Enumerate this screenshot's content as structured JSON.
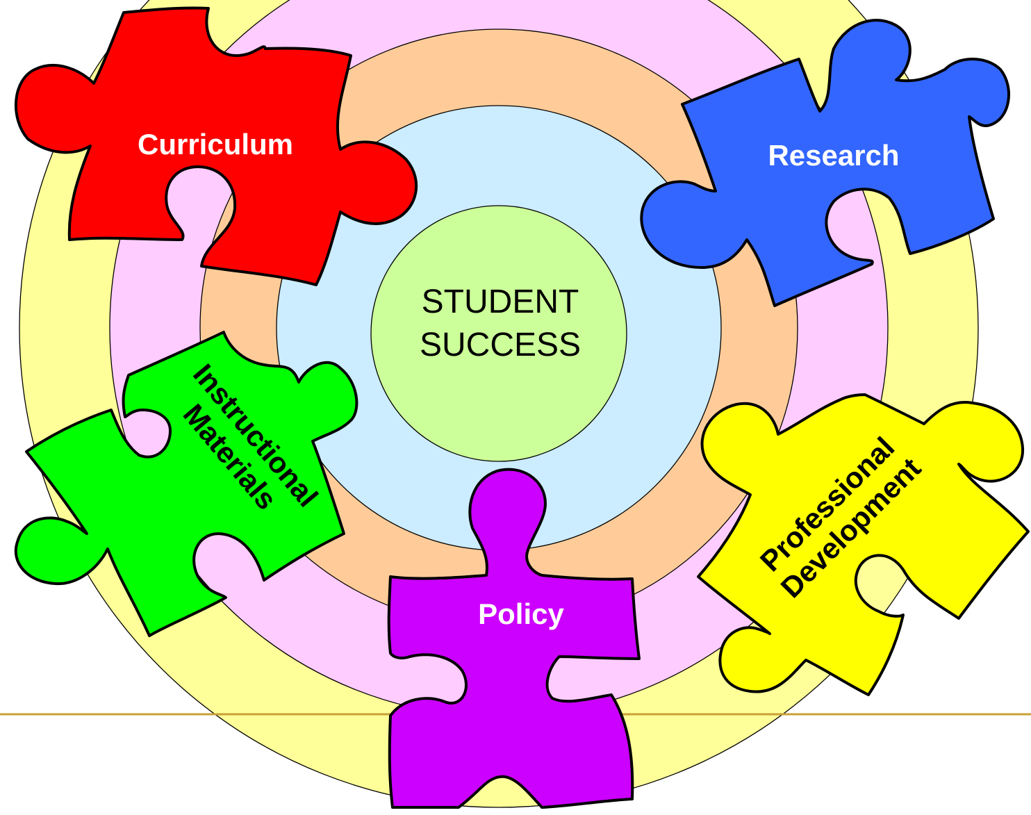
{
  "center": {
    "line1": "STUDENT",
    "line2": "SUCCESS"
  },
  "pieces": {
    "curriculum": {
      "label": "Curriculum",
      "color": "#FF0000"
    },
    "research": {
      "label": "Research",
      "color": "#3366FF"
    },
    "instructional_materials": {
      "line1": "Instructional",
      "line2": "Materials",
      "color": "#00FF00"
    },
    "policy": {
      "label": "Policy",
      "color": "#CC00FF"
    },
    "professional_development": {
      "line1": "Professional",
      "line2": "Development",
      "color": "#FFFF00"
    }
  },
  "rings": {
    "outer_color": "#FFFF99",
    "second_color": "#FFCCFF",
    "third_color": "#FFCC99",
    "fourth_color": "#CCECFF",
    "core_color": "#CCFF99"
  },
  "divider_color": "#C8A036"
}
